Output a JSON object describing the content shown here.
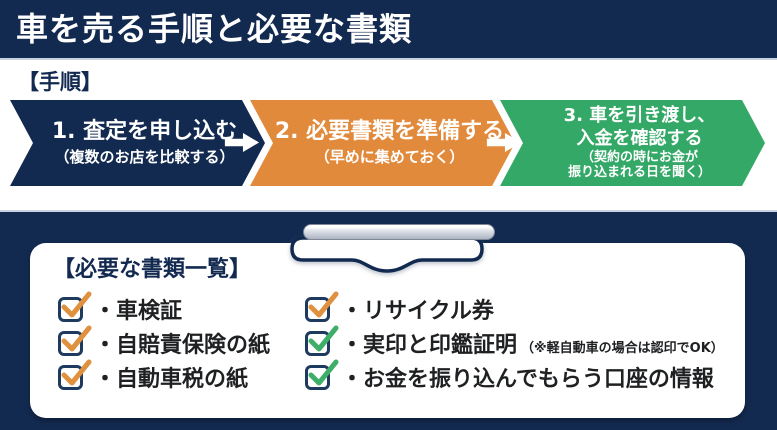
{
  "header": {
    "title": "車を売る手順と必要な書類"
  },
  "procedure": {
    "label": "【手順】",
    "steps": [
      {
        "title_lines": [
          "1. 査定を申し込む"
        ],
        "note_lines": [
          "（複数のお店を比較する）"
        ],
        "color": "#132A50"
      },
      {
        "title_lines": [
          "2. 必要書類を準備する"
        ],
        "note_lines": [
          "（早めに集めておく）"
        ],
        "color": "#E28A3C"
      },
      {
        "title_lines": [
          "3. 車を引き渡し、",
          "入金を確認する"
        ],
        "note_lines": [
          "（契約の時にお金が",
          "振り込まれる日を聞く）"
        ],
        "color": "#34A967"
      }
    ]
  },
  "documents": {
    "heading": "【必要な書類一覧】",
    "items": [
      {
        "label": "・車検証",
        "check_color": "#E0913F"
      },
      {
        "label": "・自賠責保険の紙",
        "check_color": "#E0913F"
      },
      {
        "label": "・自動車税の紙",
        "check_color": "#E0913F"
      },
      {
        "label": "・リサイクル券",
        "check_color": "#E0913F"
      },
      {
        "label": "・実印と印鑑証明",
        "note": "（※軽自動車の場合は認印でOK）",
        "check_color": "#3FAE68"
      },
      {
        "label": "・お金を振り込んでもらう口座の情報",
        "check_color": "#3FAE68"
      }
    ]
  },
  "icons": {
    "step_arrow": "arrow-right-icon",
    "checkbox_check": "check-icon",
    "clipboard_clip": "clipboard-clip-icon"
  },
  "colors": {
    "navy": "#132A50",
    "orange": "#E28A3C",
    "green": "#34A967",
    "separator": "#C9D2E0",
    "card_background": "#FFFFFF",
    "check_orange": "#E0913F",
    "check_green": "#3FAE68",
    "item_text": "#1E2022"
  }
}
